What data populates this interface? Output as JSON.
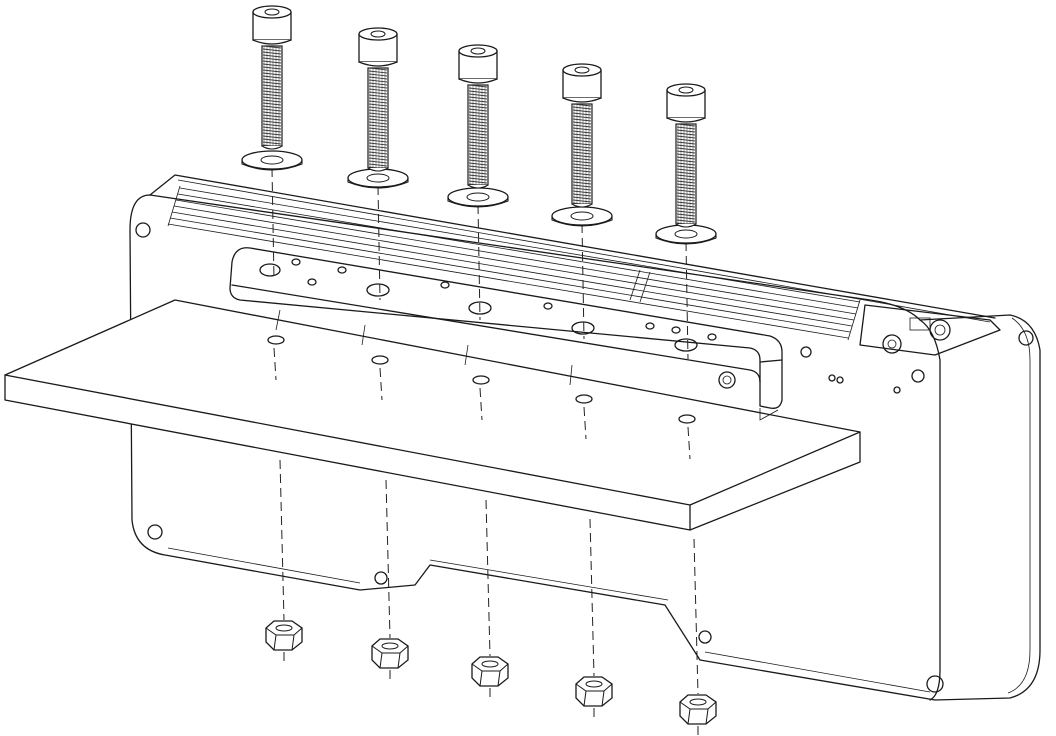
{
  "diagram": {
    "style": "technical exploded-view line drawing",
    "colors": {
      "line": "#1a1a1a",
      "background": "#ffffff",
      "thread": "#3a3a3a"
    },
    "parts": {
      "screws": 5,
      "washers": 5,
      "nuts": 5,
      "mounting_bracket": 1,
      "board": 1,
      "device_housing": 1
    }
  }
}
